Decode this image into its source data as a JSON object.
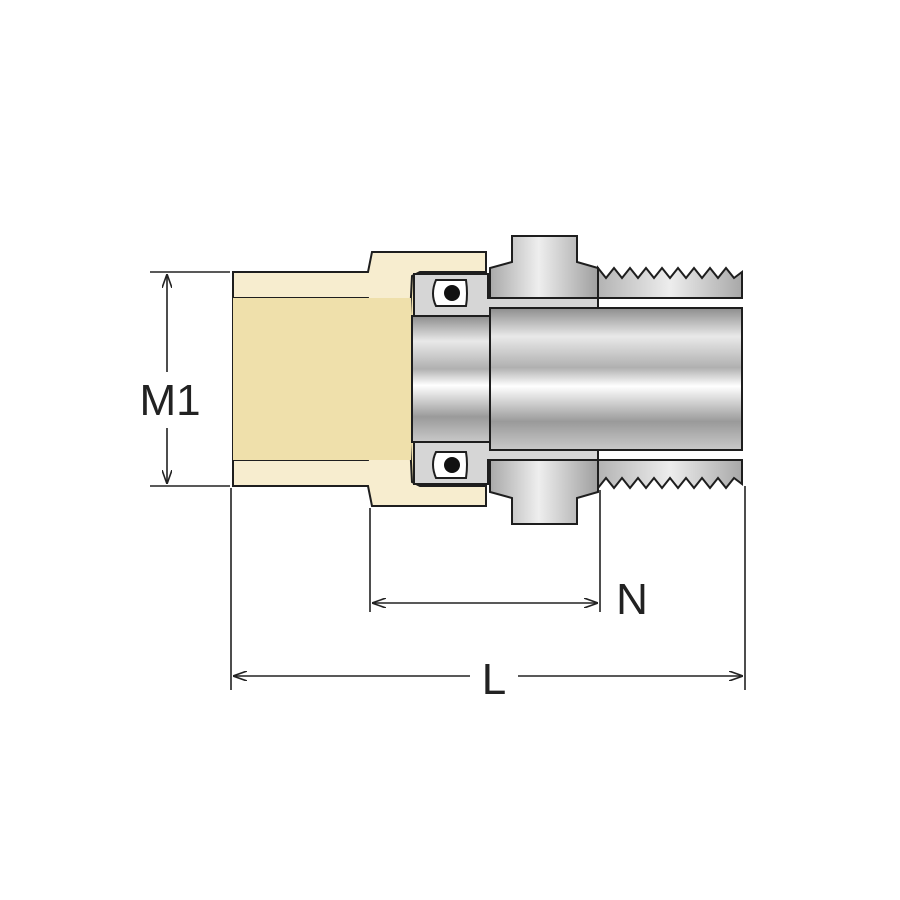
{
  "diagram": {
    "labels": {
      "diameter": "M1",
      "thread_length": "N",
      "overall_length": "L"
    },
    "colors": {
      "cpvc_body": "#f5e9c4",
      "cpvc_body_shade": "#ecdca7",
      "metal_light": "#f2f2f2",
      "metal_dark": "#8e8e8e",
      "outline": "#1e1e1e",
      "dimension_line": "#222222"
    }
  }
}
